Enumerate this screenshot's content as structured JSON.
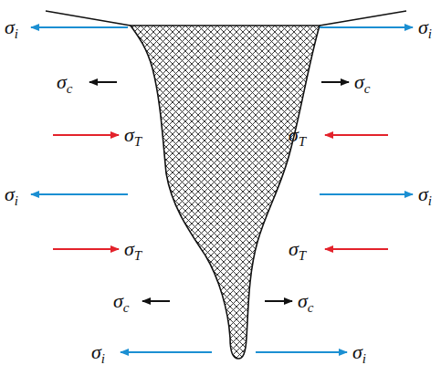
{
  "diagram": {
    "labels": [
      "σi",
      "σi",
      "σc",
      "σc",
      "σT",
      "σT",
      "σi",
      "σi",
      "σT",
      "σT",
      "σc",
      "σc",
      "σi",
      "σi"
    ]
  }
}
